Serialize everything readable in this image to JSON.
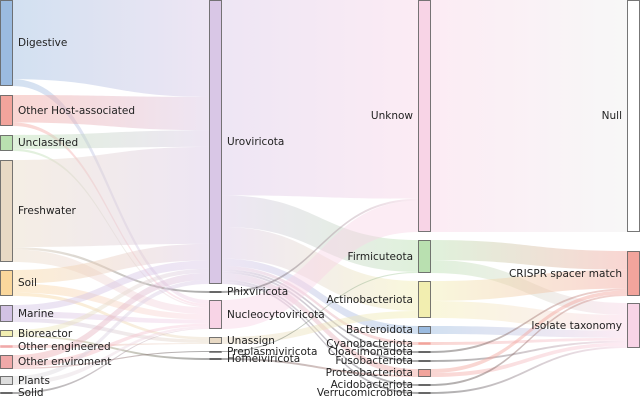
{
  "diagram": {
    "type": "sankey",
    "columns": [
      {
        "name": "environment",
        "nodes": [
          {
            "id": "digestive",
            "label": "Digestive",
            "color": "#9bbbe0"
          },
          {
            "id": "other-host",
            "label": "Other Host-associated",
            "color": "#f2a49c"
          },
          {
            "id": "unclassified",
            "label": "Unclassfied",
            "color": "#b9e0b0"
          },
          {
            "id": "freshwater",
            "label": "Freshwater",
            "color": "#e8d9c4"
          },
          {
            "id": "soil",
            "label": "Soil",
            "color": "#fad79c"
          },
          {
            "id": "marine",
            "label": "Marine",
            "color": "#d2c2e4"
          },
          {
            "id": "bioreactor",
            "label": "Bioreactor",
            "color": "#f2eeb0"
          },
          {
            "id": "other-engineered",
            "label": "Other engineered",
            "color": "#f0a9a9"
          },
          {
            "id": "other-environment",
            "label": "Other enviroment",
            "color": "#f0a9a9"
          },
          {
            "id": "plants",
            "label": "Plants",
            "color": "#dddddd"
          },
          {
            "id": "solid",
            "label": "Solid",
            "color": "#444444"
          }
        ]
      },
      {
        "name": "virus-phylum",
        "nodes": [
          {
            "id": "uroviricota",
            "label": "Uroviricota",
            "color": "#d9c7e6"
          },
          {
            "id": "phixviricota",
            "label": "Phixviricota",
            "color": "#444444"
          },
          {
            "id": "nucleocytoviricota",
            "label": "Nucleocytoviricota",
            "color": "#f8d4e6"
          },
          {
            "id": "unassign",
            "label": "Unassign",
            "color": "#e8d9c4"
          },
          {
            "id": "preplasmiviricota",
            "label": "Preplasmiviricota",
            "color": "#444444"
          },
          {
            "id": "hofneiviricota",
            "label": "Hofneiviricota",
            "color": "#444444"
          }
        ]
      },
      {
        "name": "host-phylum",
        "nodes": [
          {
            "id": "unknow",
            "label": "Unknow",
            "color": "#f8d4e6"
          },
          {
            "id": "firmicuteota",
            "label": "Firmicuteota",
            "color": "#b9e0b0"
          },
          {
            "id": "actinobacteriota",
            "label": "Actinobacteriota",
            "color": "#f2eeb0"
          },
          {
            "id": "bacteroidota",
            "label": "Bacteroidota",
            "color": "#9bbbe0"
          },
          {
            "id": "cyanobacteriota",
            "label": "Cyanobacteriota",
            "color": "#f2a49c"
          },
          {
            "id": "cloacimonadota",
            "label": "Cloacimonadota",
            "color": "#444444"
          },
          {
            "id": "fusobacteriota",
            "label": "Fusobacteriota",
            "color": "#444444"
          },
          {
            "id": "proteobacteriota",
            "label": "Proteobacteriota",
            "color": "#f2a49c"
          },
          {
            "id": "acidobacteriota",
            "label": "Acidobacteriota",
            "color": "#444444"
          },
          {
            "id": "verrucomicrobiota",
            "label": "Verrucomicrobiota",
            "color": "#444444"
          }
        ]
      },
      {
        "name": "method",
        "nodes": [
          {
            "id": "null",
            "label": "Null",
            "color": "#ffffff"
          },
          {
            "id": "crispr",
            "label": "CRISPR spacer match",
            "color": "#f2a49c"
          },
          {
            "id": "isolate",
            "label": "Isolate taxonomy",
            "color": "#f8d4e6"
          }
        ]
      }
    ]
  }
}
